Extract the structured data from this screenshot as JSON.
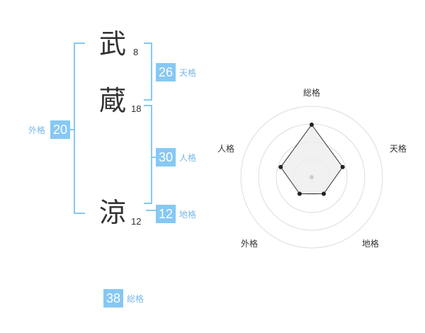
{
  "name": {
    "chars": [
      {
        "char": "武",
        "strokes": "8"
      },
      {
        "char": "蔵",
        "strokes": "18"
      },
      {
        "char": "涼",
        "strokes": "12"
      }
    ]
  },
  "kaku": {
    "tenkaku": {
      "value": "26",
      "label": "天格"
    },
    "jinkaku": {
      "value": "30",
      "label": "人格"
    },
    "chikaku": {
      "value": "12",
      "label": "地格"
    },
    "gaikaku": {
      "value": "20",
      "label": "外格"
    },
    "soukaku": {
      "value": "38",
      "label": "総格"
    }
  },
  "chart_data": {
    "type": "radar",
    "axes": [
      "総格",
      "天格",
      "地格",
      "外格",
      "人格"
    ],
    "values": [
      0.74,
      0.46,
      0.29,
      0.29,
      0.46
    ],
    "rmax": 1.0,
    "rings": 4,
    "colors": {
      "grid": "#dddddd",
      "fill": "#eeeeee",
      "stroke": "#333333",
      "point": "#222222",
      "center": "#cccccc"
    }
  }
}
